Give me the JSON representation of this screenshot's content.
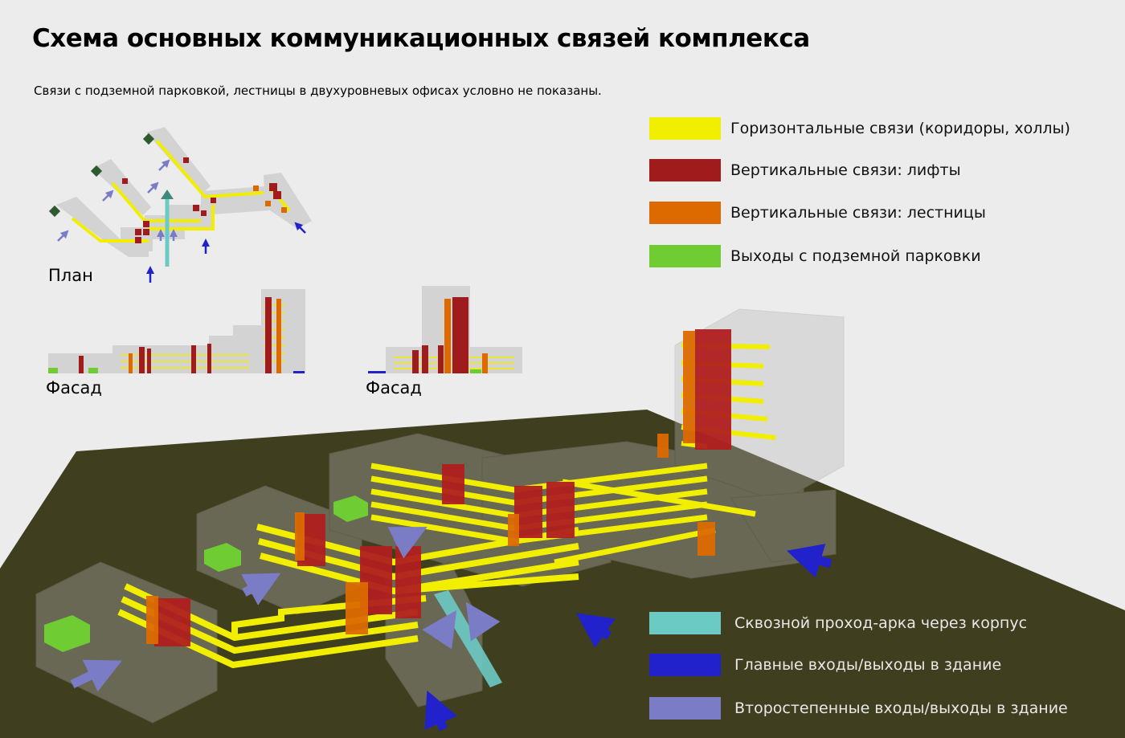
{
  "header": {
    "title": "Схема основных коммуникационных связей комплекса",
    "subtitle": "Связи с подземной парковкой, лестницы в двухуровневых офисах условно не показаны."
  },
  "views": {
    "plan_label": "План",
    "facade1_label": "Фасад",
    "facade2_label": "Фасад"
  },
  "legend_top": [
    {
      "label": "Горизонтальные связи (коридоры, холлы)",
      "color": "#f2ee00"
    },
    {
      "label": "Вертикальные связи: лифты",
      "color": "#a01c1c"
    },
    {
      "label": "Вертикальные связи: лестницы",
      "color": "#dc6a00"
    },
    {
      "label": "Выходы с подземной парковки",
      "color": "#6fcc32"
    }
  ],
  "legend_bottom": [
    {
      "label": "Сквозной проход-арка через корпус",
      "color": "#6ccac4"
    },
    {
      "label": "Главные входы/выходы в здание",
      "color": "#2222cc"
    },
    {
      "label": "Второстепенные входы/выходы в здание",
      "color": "#7b7cc6"
    }
  ]
}
